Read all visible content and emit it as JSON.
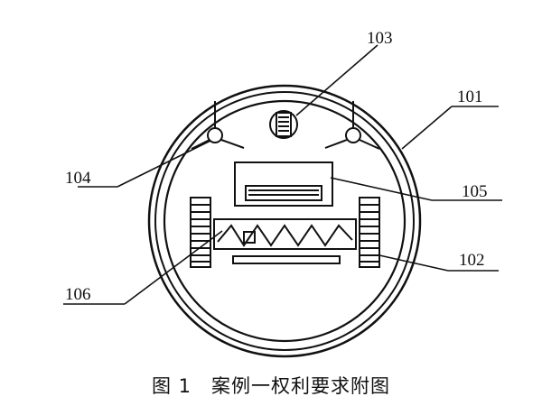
{
  "labels": {
    "l101": "101",
    "l102": "102",
    "l103": "103",
    "l104": "104",
    "l105": "105",
    "l106": "106"
  },
  "caption": {
    "figure": "图 1",
    "text": "案例一权利要求附图"
  }
}
